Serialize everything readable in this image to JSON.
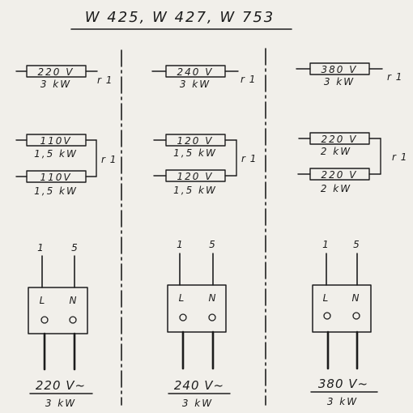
{
  "title": "W 425, W 427, W 753",
  "ink_color": "#1c1c1c",
  "paper_color": "#f1efea",
  "columns": [
    {
      "single": {
        "voltage": "220 V",
        "power": "3 kW",
        "ref": "r 1"
      },
      "pair": [
        {
          "voltage": "110V",
          "power": "1,5 kW"
        },
        {
          "voltage": "110V",
          "power": "1,5 kW"
        }
      ],
      "pair_ref": "r 1",
      "terminals": {
        "left_num": "1",
        "right_num": "5",
        "left_letter": "L",
        "right_letter": "N"
      },
      "supply": {
        "voltage": "220 V~",
        "power": "3 kW"
      }
    },
    {
      "single": {
        "voltage": "240 V",
        "power": "3 kW",
        "ref": "r 1"
      },
      "pair": [
        {
          "voltage": "120 V",
          "power": "1,5 kW"
        },
        {
          "voltage": "120 V",
          "power": "1,5 kW"
        }
      ],
      "pair_ref": "r 1",
      "terminals": {
        "left_num": "1",
        "right_num": "5",
        "left_letter": "L",
        "right_letter": "N"
      },
      "supply": {
        "voltage": "240 V~",
        "power": "3 kW"
      }
    },
    {
      "single": {
        "voltage": "380 V",
        "power": "3 kW",
        "ref": "r 1"
      },
      "pair": [
        {
          "voltage": "220 V",
          "power": "2 kW"
        },
        {
          "voltage": "220 V",
          "power": "2 kW"
        }
      ],
      "pair_ref": "r 1",
      "terminals": {
        "left_num": "1",
        "right_num": "5",
        "left_letter": "L",
        "right_letter": "N"
      },
      "supply": {
        "voltage": "380 V~",
        "power": "3 kW"
      }
    }
  ]
}
